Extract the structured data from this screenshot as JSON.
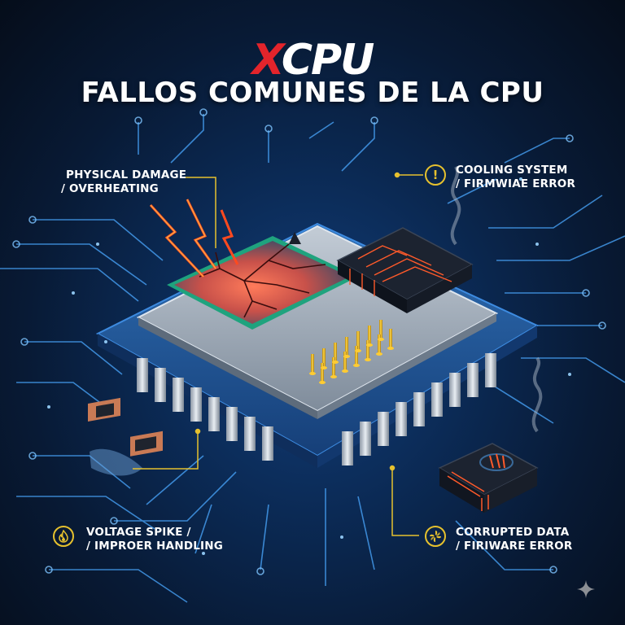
{
  "header": {
    "logo_x": "X",
    "logo_cpu": "CPU",
    "title": "FALLOS COMUNES DE LA CPU"
  },
  "callouts": [
    {
      "id": "physical-damage",
      "line1": "PHYSICAL DAMAGE",
      "line2": "/ OVERHEATING",
      "icon": "none"
    },
    {
      "id": "cooling-system",
      "line1": "COOLING SYSTEM",
      "line2": "/ FIRMWIAE ERROR",
      "icon": "warning-icon"
    },
    {
      "id": "voltage-spike",
      "line1": "VOLTAGE SPIKE /",
      "line2": "/ IMPROER HANDLING",
      "icon": "fire-icon"
    },
    {
      "id": "corrupted-data",
      "line1": "CORRUPTED DATA",
      "line2": "/ FIRIWARE ERROR",
      "icon": "fan-icon"
    }
  ],
  "icons": {
    "warning_glyph": "!",
    "watermark": "sparkle-icon"
  },
  "colors": {
    "background_dark": "#07121f",
    "background_glow": "#123e7a",
    "accent_red": "#e3242b",
    "accent_gold": "#e6c12e",
    "trace_blue": "#4aa8ff",
    "hot_orange": "#ff5a2a",
    "chip_frame_teal": "#1fa37e",
    "package_gray": "#9aa7b5"
  }
}
